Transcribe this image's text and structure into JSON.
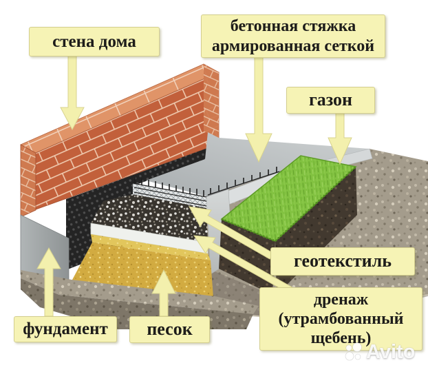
{
  "diagram": {
    "description": "3D cutaway construction diagram of a concrete blind area (screed) along a house wall with layered base and lawn",
    "labels": {
      "wall": {
        "text": "стена дома"
      },
      "screed": {
        "line1": "бетонная стяжка",
        "line2": "армированная сеткой"
      },
      "lawn": {
        "text": "газон"
      },
      "geotextile": {
        "text": "геотекстиль"
      },
      "drainage": {
        "line1": "дренаж",
        "line2": "(утрамбованный",
        "line3": "щебень)"
      },
      "sand": {
        "text": "песок"
      },
      "foundation": {
        "text": "фундамент"
      }
    },
    "materials": [
      "brick-wall",
      "concrete-foundation",
      "dimpled-waterproofing-membrane",
      "reinforced-concrete-screed",
      "rebar-mesh",
      "crushed-stone-drainage",
      "geotextile-sheet",
      "sand-cushion",
      "soil-ground",
      "lawn-grass"
    ],
    "colors": {
      "label_bg": "#f6f3b5",
      "label_border": "#d3ce8e",
      "label_text": "#1d1c1a",
      "arrow_fill": "#f3f0ad",
      "brick": "#c2603b",
      "brick_top": "#e09468",
      "concrete_slab": "#b9bdbf",
      "foundation": "#9aa0a1",
      "membrane": "#242424",
      "crushed_stone": "#38342e",
      "geotextile_sheet": "#eff1ed",
      "sand": "#d2ab41",
      "soil_light": "#a49c8c",
      "soil_dark": "#7e7668",
      "lawn_soil": "#42392f",
      "grass": "#82c241",
      "background": "#ffffff"
    },
    "watermark": {
      "text": "Avito"
    }
  }
}
